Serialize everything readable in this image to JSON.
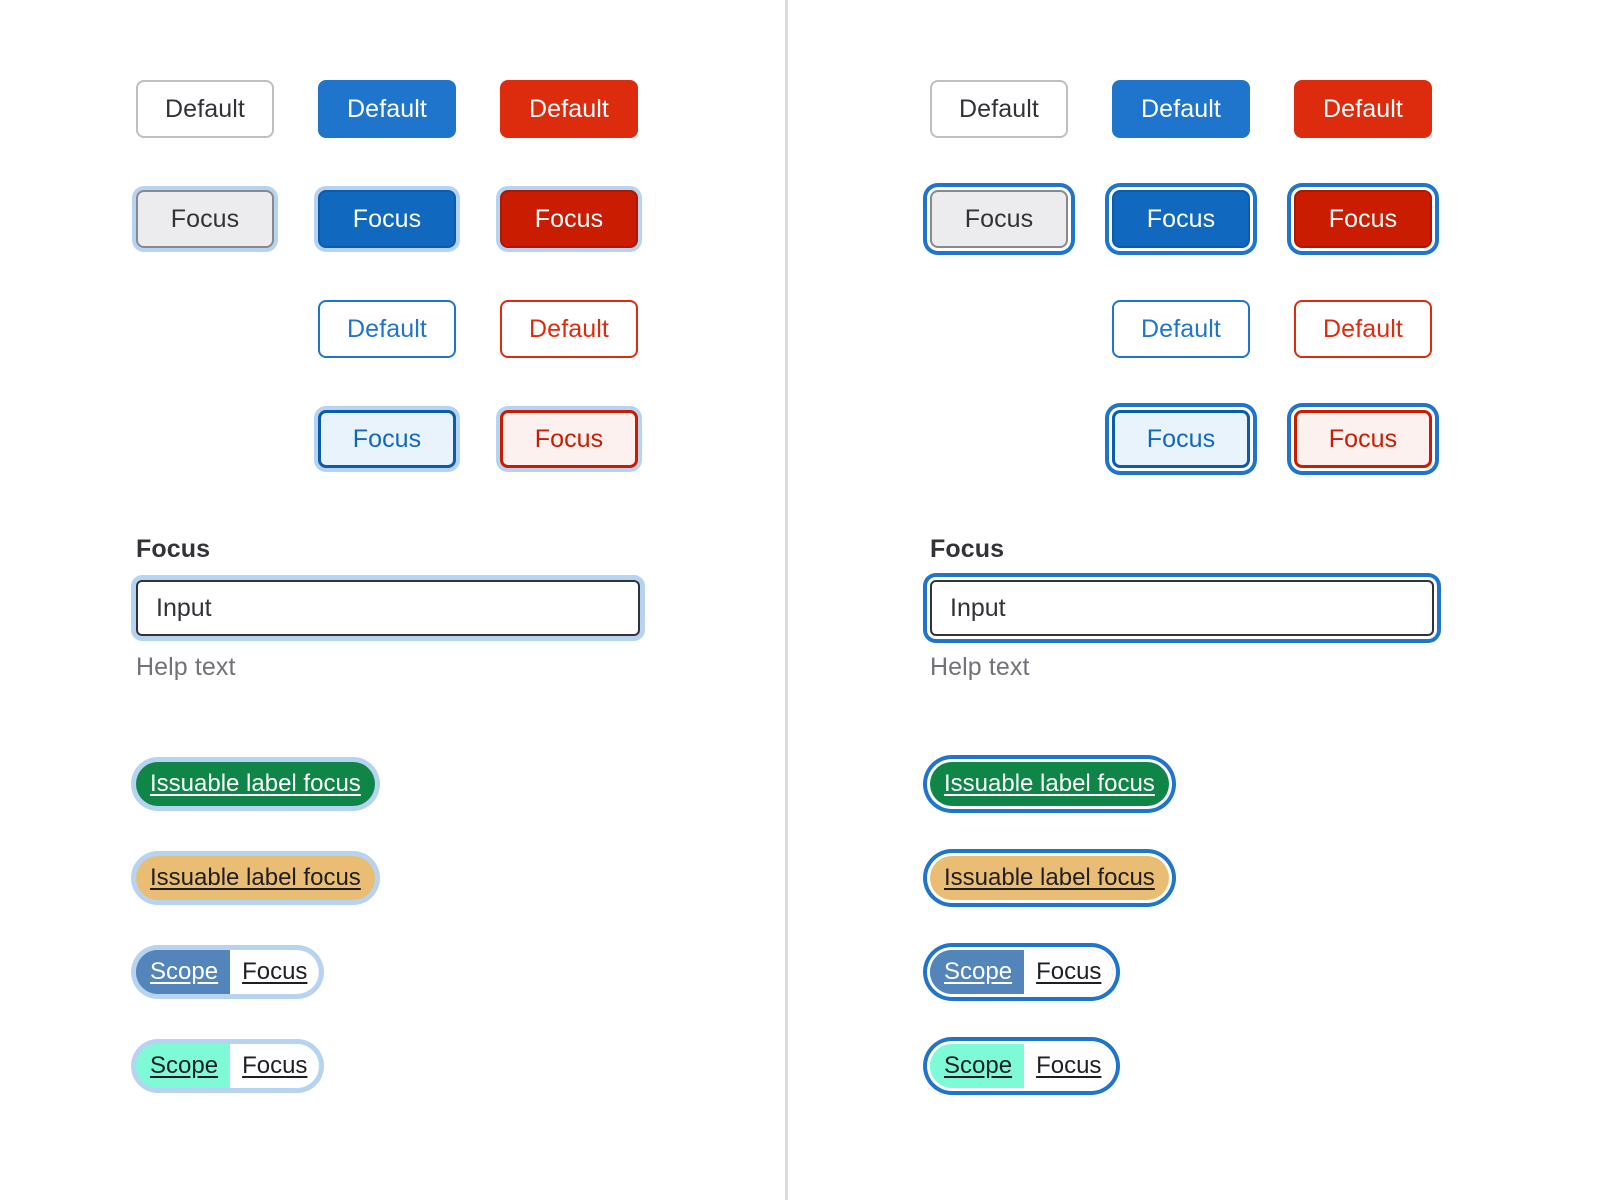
{
  "meta": {
    "divider_color": "#dcdcde",
    "canvas_background": "#ffffff"
  },
  "panels": [
    {
      "id": "left",
      "side": "left",
      "focus_ring_style": "soft-glow",
      "focus_ring_color": "#b7d3f2",
      "button_rows": [
        {
          "state": "default",
          "buttons": [
            {
              "label": "Default",
              "variant": "default",
              "focused": false
            },
            {
              "label": "Default",
              "variant": "confirm",
              "focused": false
            },
            {
              "label": "Default",
              "variant": "danger",
              "focused": false
            }
          ]
        },
        {
          "state": "focus",
          "buttons": [
            {
              "label": "Focus",
              "variant": "default",
              "focused": true
            },
            {
              "label": "Focus",
              "variant": "confirm",
              "focused": true
            },
            {
              "label": "Focus",
              "variant": "danger",
              "focused": true
            }
          ]
        },
        {
          "state": "default-outline",
          "buttons": [
            {
              "label": "",
              "variant": "empty",
              "focused": false
            },
            {
              "label": "Default",
              "variant": "confirm-outline",
              "focused": false
            },
            {
              "label": "Default",
              "variant": "danger-outline",
              "focused": false
            }
          ]
        },
        {
          "state": "focus-outline",
          "buttons": [
            {
              "label": "",
              "variant": "empty",
              "focused": false
            },
            {
              "label": "Focus",
              "variant": "confirm-outline",
              "focused": true
            },
            {
              "label": "Focus",
              "variant": "danger-outline",
              "focused": true
            }
          ]
        }
      ],
      "field": {
        "label": "Focus",
        "value": "Input",
        "placeholder": "Input",
        "help_text": "Help text"
      },
      "pills": [
        {
          "kind": "label",
          "text": "Issuable label focus",
          "color": "#108548",
          "text_color": "#ffffff"
        },
        {
          "kind": "label",
          "text": "Issuable label focus",
          "color": "#e9be74",
          "text_color": "#1f1e24"
        },
        {
          "kind": "scope",
          "scope": "Scope",
          "value": "Focus",
          "color": "#5485ba",
          "text_color": "#ffffff"
        },
        {
          "kind": "scope",
          "scope": "Scope",
          "value": "Focus",
          "color": "#7efad6",
          "text_color": "#1f1e24"
        }
      ]
    },
    {
      "id": "right",
      "side": "right",
      "focus_ring_style": "solid-ring-with-gap",
      "focus_ring_color": "#1f75cb",
      "button_rows": [
        {
          "state": "default",
          "buttons": [
            {
              "label": "Default",
              "variant": "default",
              "focused": false
            },
            {
              "label": "Default",
              "variant": "confirm",
              "focused": false
            },
            {
              "label": "Default",
              "variant": "danger",
              "focused": false
            }
          ]
        },
        {
          "state": "focus",
          "buttons": [
            {
              "label": "Focus",
              "variant": "default",
              "focused": true
            },
            {
              "label": "Focus",
              "variant": "confirm",
              "focused": true
            },
            {
              "label": "Focus",
              "variant": "danger",
              "focused": true
            }
          ]
        },
        {
          "state": "default-outline",
          "buttons": [
            {
              "label": "",
              "variant": "empty",
              "focused": false
            },
            {
              "label": "Default",
              "variant": "confirm-outline",
              "focused": false
            },
            {
              "label": "Default",
              "variant": "danger-outline",
              "focused": false
            }
          ]
        },
        {
          "state": "focus-outline",
          "buttons": [
            {
              "label": "",
              "variant": "empty",
              "focused": false
            },
            {
              "label": "Focus",
              "variant": "confirm-outline",
              "focused": true
            },
            {
              "label": "Focus",
              "variant": "danger-outline",
              "focused": true
            }
          ]
        }
      ],
      "field": {
        "label": "Focus",
        "value": "Input",
        "placeholder": "Input",
        "help_text": "Help text"
      },
      "pills": [
        {
          "kind": "label",
          "text": "Issuable label focus",
          "color": "#108548",
          "text_color": "#ffffff"
        },
        {
          "kind": "label",
          "text": "Issuable label focus",
          "color": "#e9be74",
          "text_color": "#1f1e24"
        },
        {
          "kind": "scope",
          "scope": "Scope",
          "value": "Focus",
          "color": "#5485ba",
          "text_color": "#ffffff"
        },
        {
          "kind": "scope",
          "scope": "Scope",
          "value": "Focus",
          "color": "#7efad6",
          "text_color": "#1f1e24"
        }
      ]
    }
  ],
  "palette": {
    "confirm": "#1f75cb",
    "confirm_focus": "#1068bf",
    "confirm_focus_border": "#0b5cad",
    "confirm_focus_bg": "#e9f3fc",
    "danger": "#dd2b0e",
    "danger_focus": "#c91c00",
    "danger_focus_border": "#ae1800",
    "danger_focus_bg": "#fcf1ef",
    "default_border": "#bfbfc3",
    "default_focus_bg": "#ececef",
    "default_focus_border": "#89888d",
    "text_strong": "#333238",
    "text_muted": "#737278",
    "glow_ring": "#b7d3f2"
  }
}
